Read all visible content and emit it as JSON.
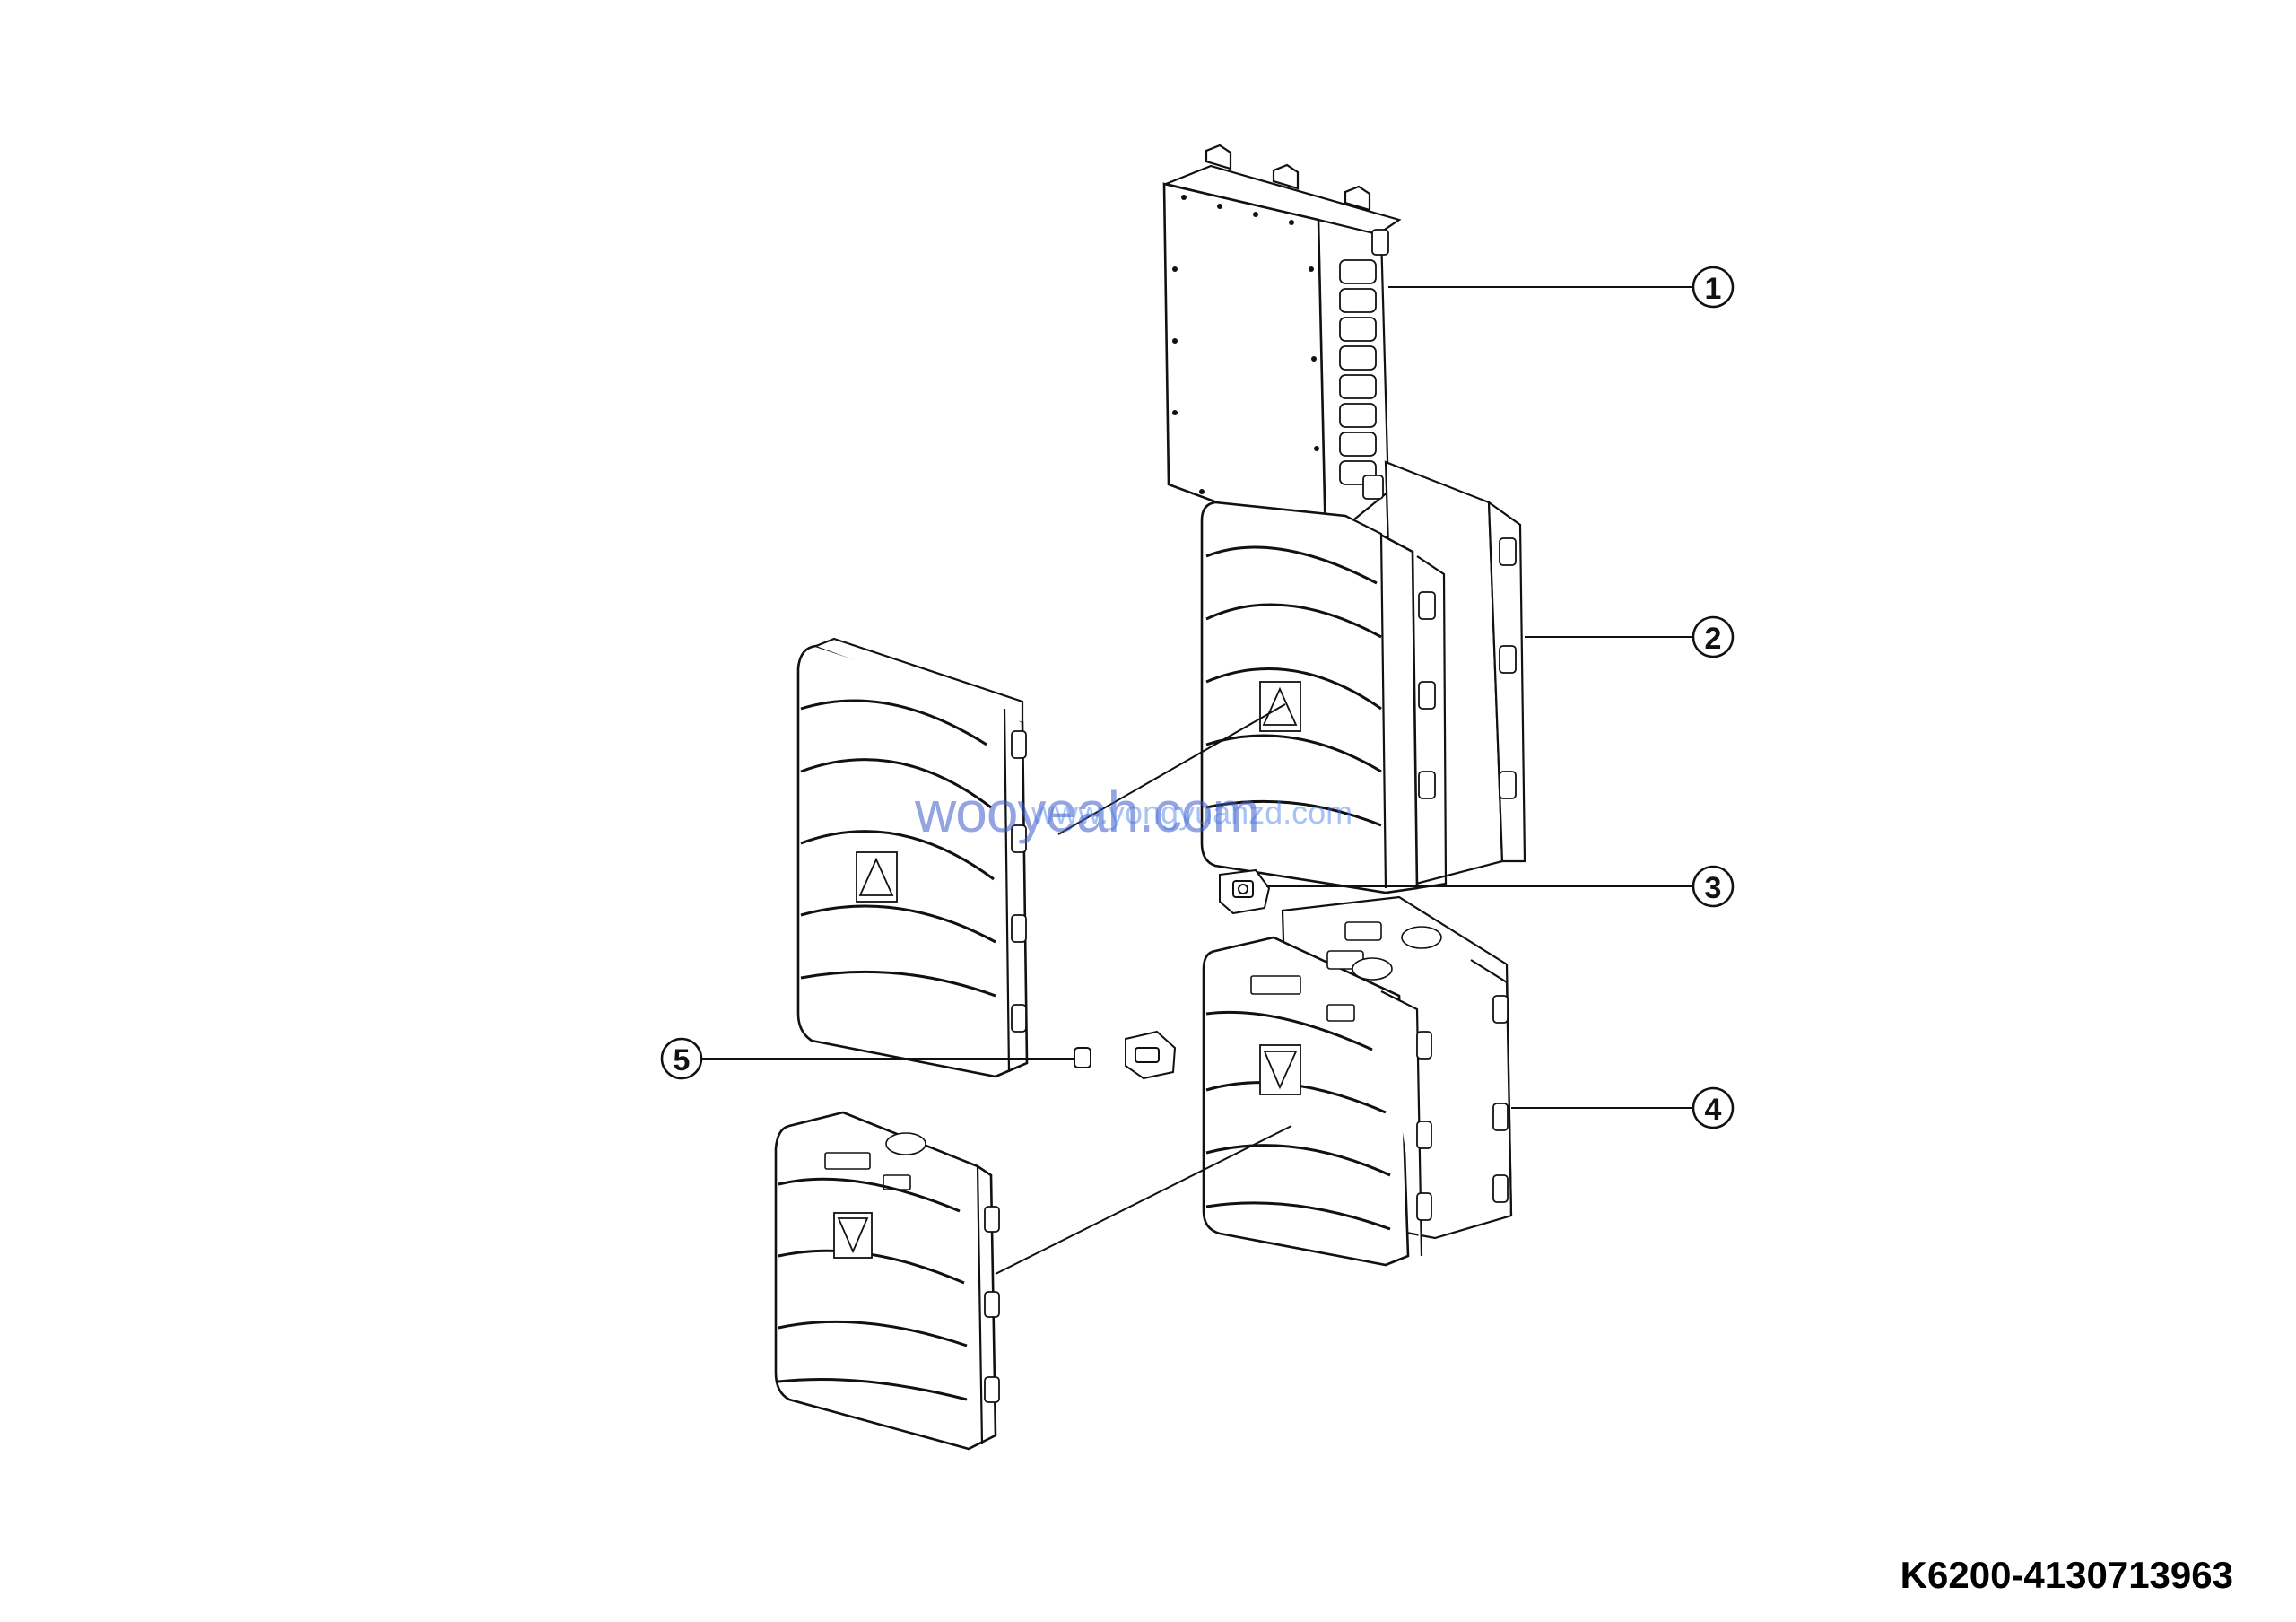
{
  "diagram": {
    "callouts": [
      {
        "label": "1"
      },
      {
        "label": "2"
      },
      {
        "label": "3"
      },
      {
        "label": "4"
      },
      {
        "label": "5"
      }
    ],
    "document_code": "K6200-4130713963",
    "watermark": "wooyeah.com",
    "watermark_inner": "www.yongyuanzd.com"
  }
}
